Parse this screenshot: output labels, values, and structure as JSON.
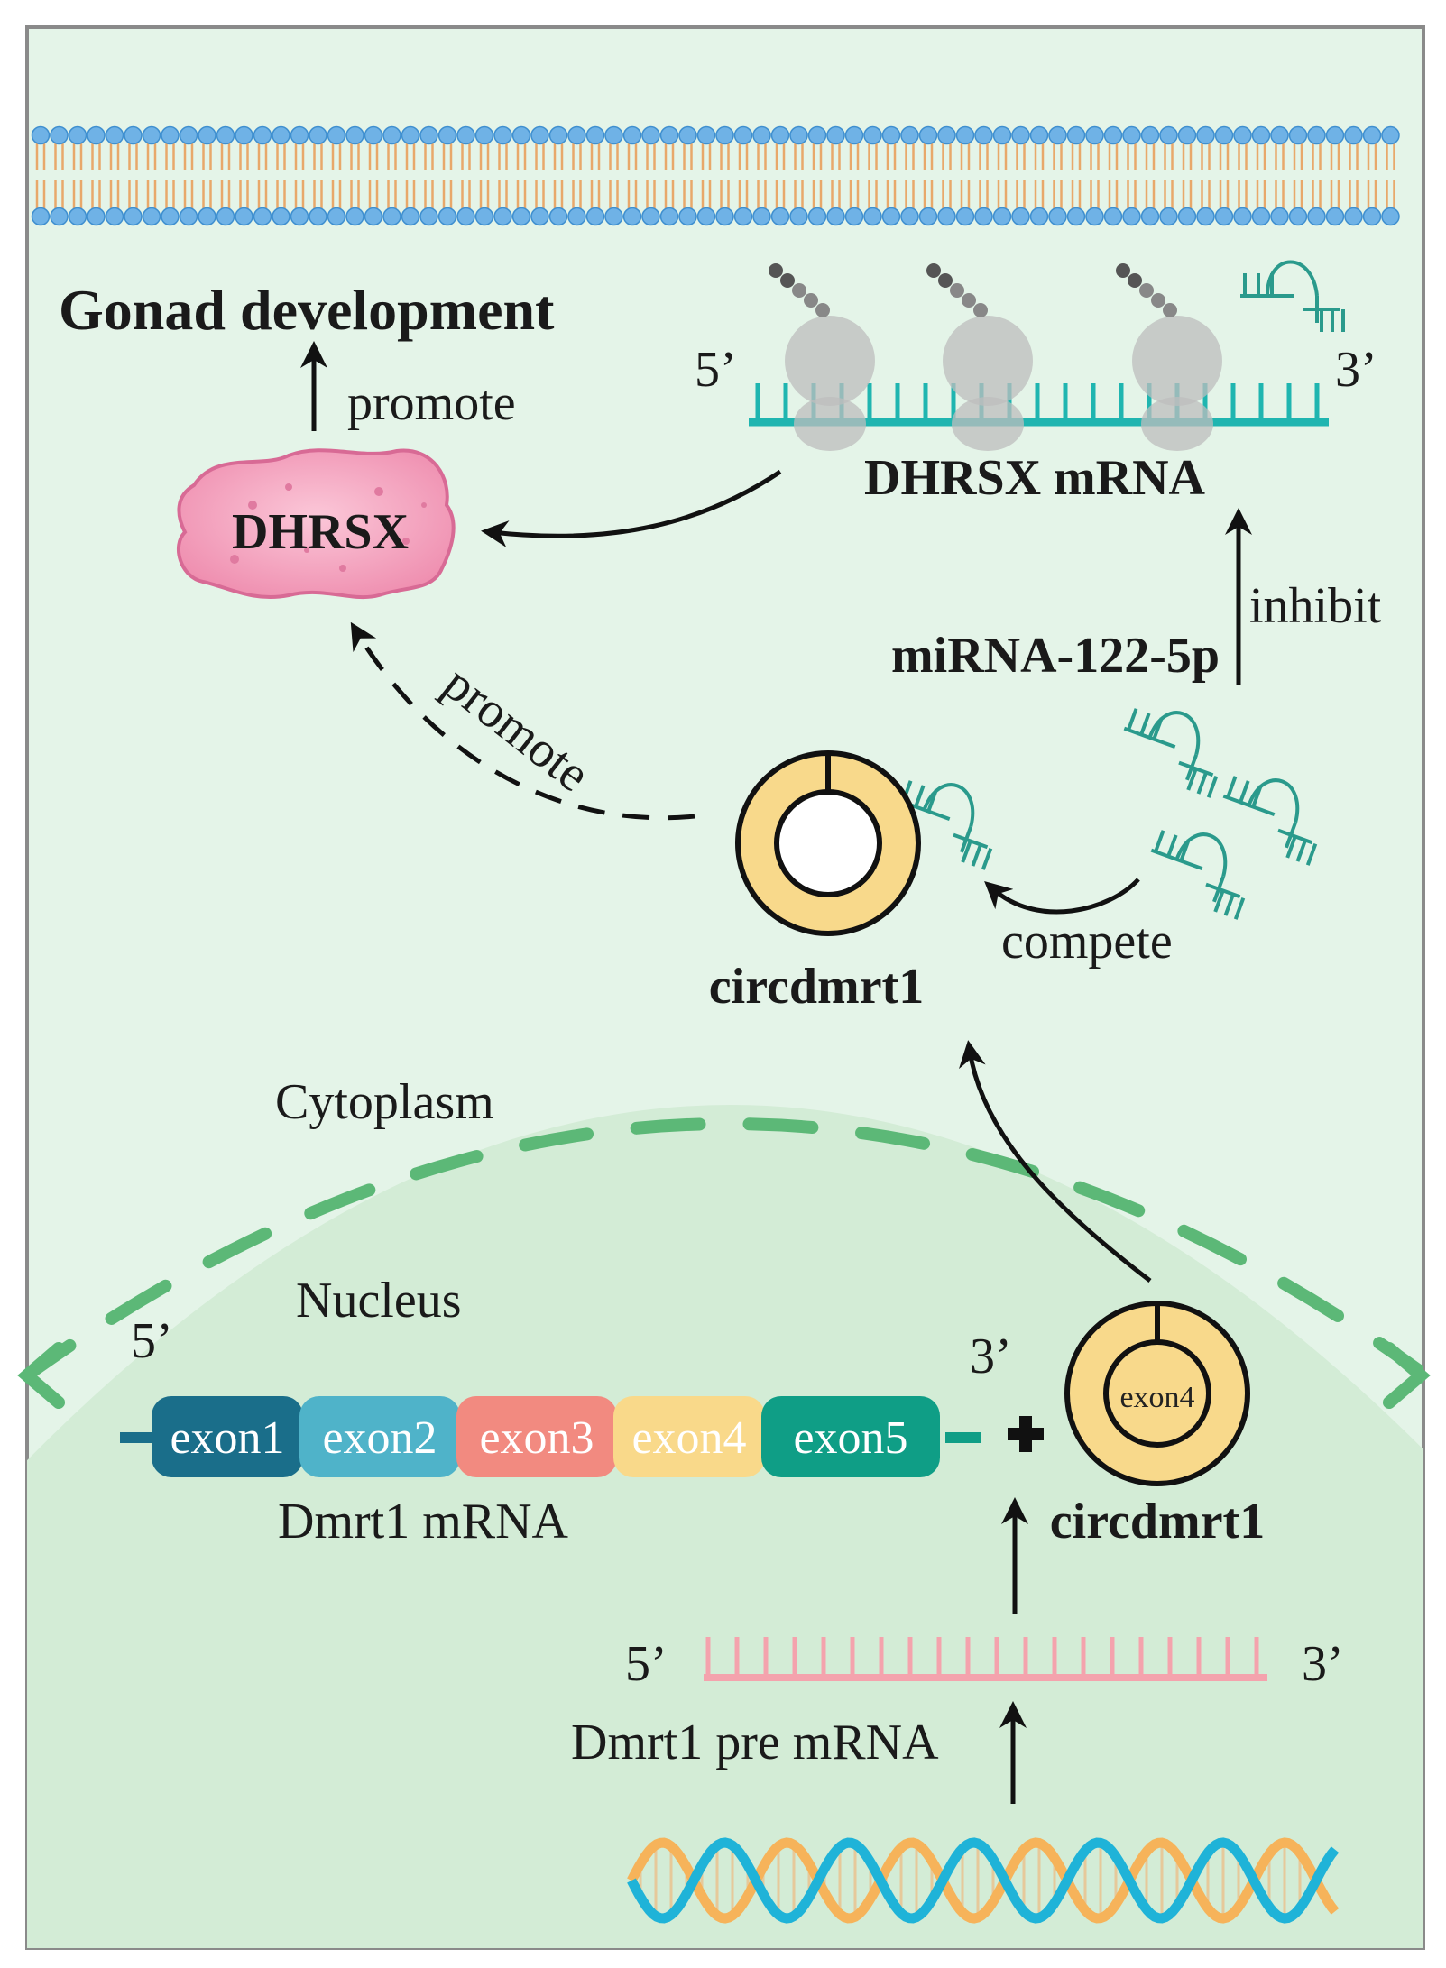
{
  "labels": {
    "gonad_development": "Gonad development",
    "promote_top": "promote",
    "dhrsx": "DHRSX",
    "dhrsx_mrna": "DHRSX mRNA",
    "five_prime_top": "5’",
    "three_prime_top": "3’",
    "inhibit": "inhibit",
    "mirna": "miRNA-122-5p",
    "promote_dashed": "promote",
    "compete": "compete",
    "circdmrt1_cyto": "circdmrt1",
    "cytoplasm": "Cytoplasm",
    "nucleus": "Nucleus",
    "five_prime_dmrt1": "5’",
    "three_prime_dmrt1": "3’",
    "dmrt1_mrna": "Dmrt1 mRNA",
    "plus": "+",
    "circ_exon4": "exon4",
    "circdmrt1_nuc": "circdmrt1",
    "five_prime_pre": "5’",
    "three_prime_pre": "3’",
    "dmrt1_pre_mrna": "Dmrt1 pre mRNA"
  },
  "exons": [
    {
      "label": "exon1",
      "color": "#1a6e8a"
    },
    {
      "label": "exon2",
      "color": "#4fb3c9"
    },
    {
      "label": "exon3",
      "color": "#f28a80"
    },
    {
      "label": "exon4",
      "color": "#f9d98a"
    },
    {
      "label": "exon5",
      "color": "#0f9e86"
    }
  ],
  "colors": {
    "cytoplasm_bg": "#e4f4e8",
    "nucleus_bg": "#d3ecd6",
    "nuclear_envelope": "#5cb877",
    "membrane_head": "#6fb2e6",
    "membrane_tail": "#e8a86a",
    "mrna_teal": "#1fb5b0",
    "mirna": "#2a9a8c",
    "pre_mrna": "#f4a3ad",
    "circ_fill": "#f8d98b",
    "dhrsx_fill": "#f4a6c0",
    "dna_blue": "#1fb3d8",
    "dna_orange": "#f6b35a"
  }
}
